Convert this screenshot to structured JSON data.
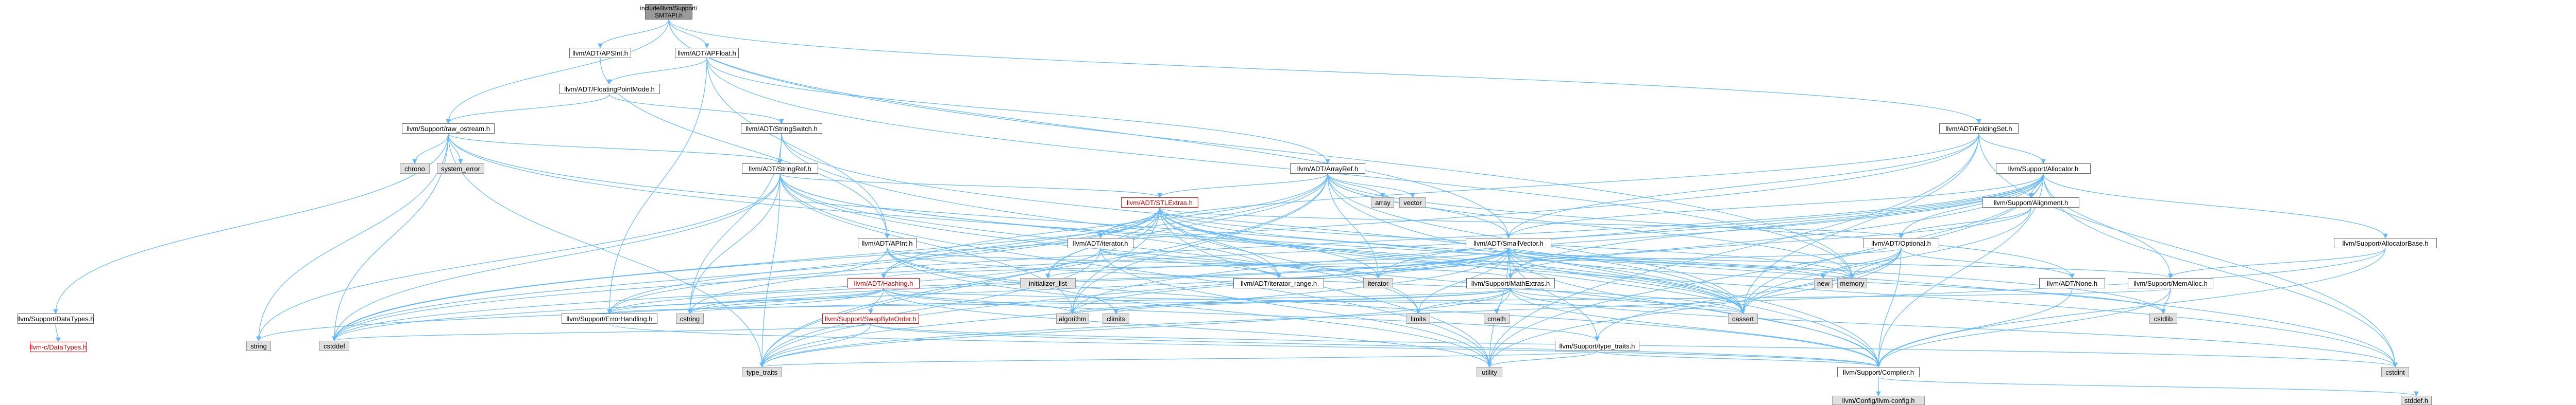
{
  "colors": {
    "edge": "#63b8ff",
    "node_border": "#666666",
    "system_header_fill": "#e0e0e0",
    "root_fill": "#999999",
    "truncated_border": "#ff0000"
  },
  "nodes": {
    "root": "include/llvm/Support/SMTAPI.h",
    "apsint": "llvm/ADT/APSInt.h",
    "apfloat": "llvm/ADT/APFloat.h",
    "floatingpointmode": "llvm/ADT/FloatingPointMode.h",
    "raw_ostream": "llvm/Support/raw_ostream.h",
    "stringswitch": "llvm/ADT/StringSwitch.h",
    "foldingset": "llvm/ADT/FoldingSet.h",
    "chrono": "chrono",
    "system_error": "system_error",
    "stringref": "llvm/ADT/StringRef.h",
    "arrayref": "llvm/ADT/ArrayRef.h",
    "allocator": "llvm/Support/Allocator.h",
    "array": "array",
    "vector": "vector",
    "stlextras": "llvm/ADT/STLExtras.h",
    "alignment": "llvm/Support/Alignment.h",
    "iterator": "llvm/ADT/iterator.h",
    "apint": "llvm/ADT/APInt.h",
    "smallvector": "llvm/ADT/SmallVector.h",
    "optional": "llvm/ADT/Optional.h",
    "allocatorbase": "llvm/Support/AllocatorBase.h",
    "hashing": "llvm/ADT/Hashing.h",
    "initializer_list": "initializer_list",
    "iterator_range": "llvm/ADT/iterator_range.h",
    "iterator_std": "iterator",
    "new": "new",
    "memory": "memory",
    "none": "llvm/ADT/None.h",
    "memalloc": "llvm/Support/MemAlloc.h",
    "mathextras": "llvm/Support/MathExtras.h",
    "datatypes": "llvm/Support/DataTypes.h",
    "c_datatypes": "llvm-c/DataTypes.h",
    "errorhandling": "llvm/Support/ErrorHandling.h",
    "swapbyteorder": "llvm/Support/SwapByteOrder.h",
    "cstring": "cstring",
    "algorithm": "algorithm",
    "climits": "climits",
    "limits": "limits",
    "cmath": "cmath",
    "cassert": "cassert",
    "type_traits_llvm": "llvm/Support/type_traits.h",
    "cstdlib": "cstdlib",
    "string": "string",
    "cstddef": "cstddef",
    "type_traits": "type_traits",
    "utility": "utility",
    "compiler": "llvm/Support/Compiler.h",
    "cstdint": "cstdint",
    "llvm_config": "llvm/Config/llvm-config.h",
    "stddef": "stddef.h"
  }
}
